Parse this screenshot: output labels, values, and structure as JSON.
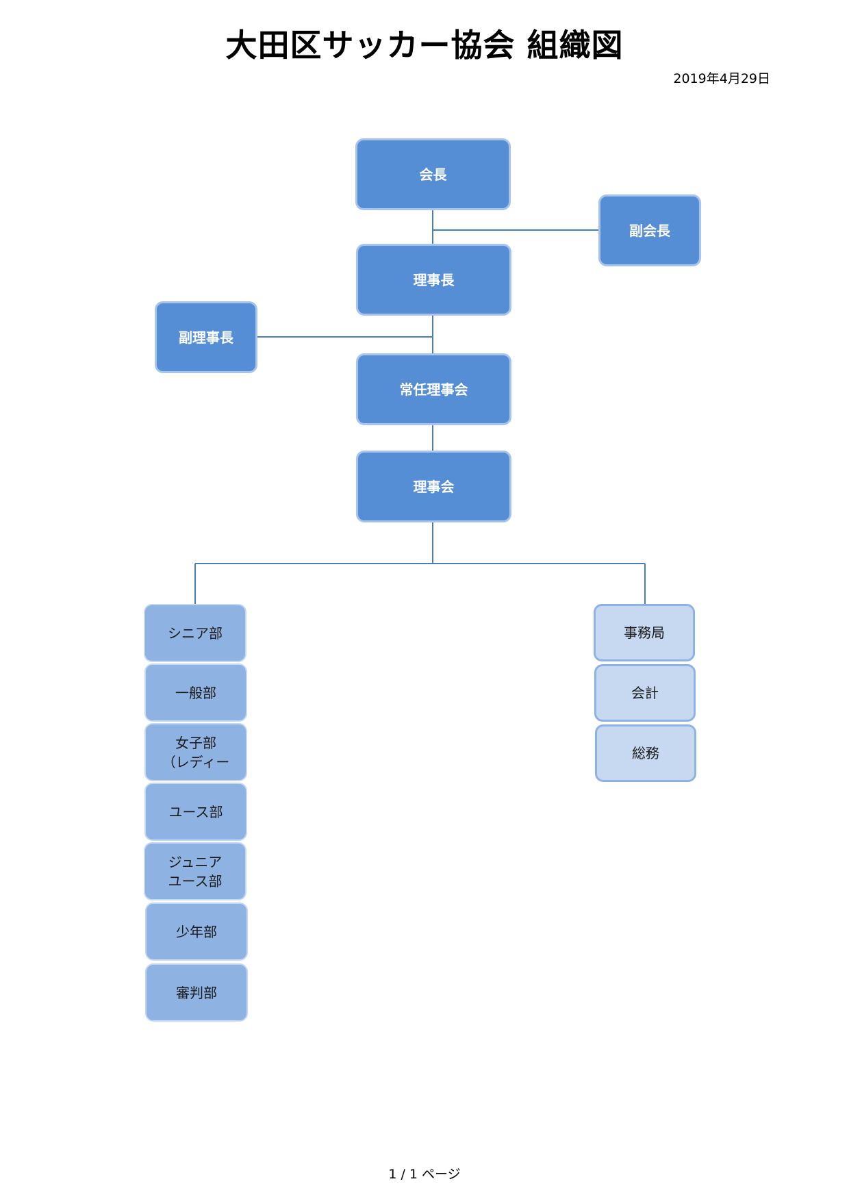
{
  "title": "大田区サッカー協会 組織図",
  "date": "2019年4月29日",
  "footer": "1 / 1 ページ",
  "colors": {
    "executive_fill": "#558ed5",
    "department_fill": "#8eb2e2",
    "office_fill": "#c6d9f1",
    "connector": "#4a7ebb"
  },
  "nodes": {
    "president": "会長",
    "vice_president": "副会長",
    "chairman": "理事長",
    "vice_chairman": "副理事長",
    "standing_board": "常任理事会",
    "board": "理事会",
    "departments": [
      {
        "label": "シニア部"
      },
      {
        "label": "一般部"
      },
      {
        "label": "女子部\n（レディー"
      },
      {
        "label": "ユース部"
      },
      {
        "label": "ジュニア\nユース部"
      },
      {
        "label": "少年部"
      },
      {
        "label": "審判部"
      }
    ],
    "secretariat": [
      {
        "label": "事務局"
      },
      {
        "label": "会計"
      },
      {
        "label": "総務"
      }
    ]
  }
}
